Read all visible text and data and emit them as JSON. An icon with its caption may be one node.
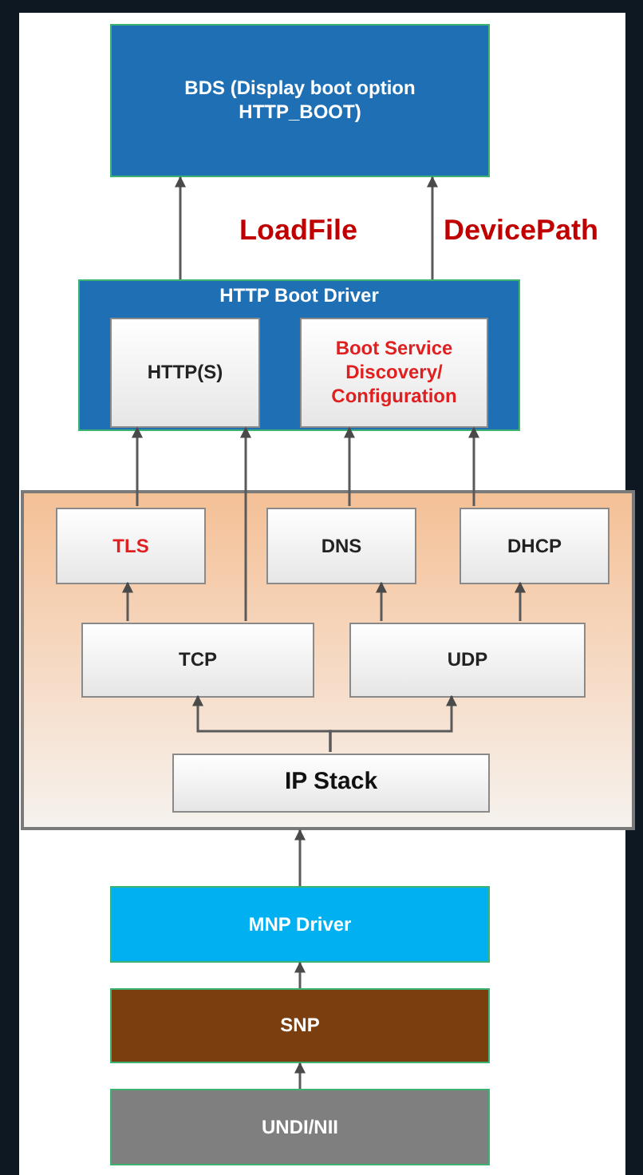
{
  "diagram": {
    "nodes": [
      {
        "text": [
          "BDS (Display boot option HTTP_BOOT)"
        ]
      },
      {
        "text": [
          "HTTP Boot Driver"
        ]
      },
      {
        "text": [
          "HTTP(S)"
        ],
        "in": 1
      },
      {
        "text": [
          "Boot Service Discovery/ Configuration"
        ],
        "in": 1
      },
      {
        "text": [],
        "shape": "box"
      },
      {
        "text": [
          "TLS"
        ],
        "in": 4
      },
      {
        "text": [
          "DNS"
        ],
        "in": 4
      },
      {
        "text": [
          "DHCP"
        ],
        "in": 4
      },
      {
        "text": [
          "TCP"
        ],
        "in": 4
      },
      {
        "text": [
          "UDP"
        ],
        "in": 4
      },
      {
        "text": [
          "IP Stack"
        ],
        "in": 4
      },
      {
        "text": [
          "MNP Driver"
        ]
      },
      {
        "text": [
          "SNP"
        ]
      },
      {
        "text": [
          "UNDI/NII"
        ]
      }
    ],
    "edges": [
      {
        "from": 1,
        "to": 0,
        "arrow": "to"
      },
      {
        "from": 1,
        "to": 0,
        "arrow": "to"
      },
      {
        "from": 5,
        "to": 2,
        "arrow": "to"
      },
      {
        "from": 8,
        "to": 2,
        "arrow": "to"
      },
      {
        "from": 6,
        "to": 3,
        "arrow": "to"
      },
      {
        "from": 7,
        "to": 3,
        "arrow": "to"
      },
      {
        "from": 8,
        "to": 5,
        "arrow": "to"
      },
      {
        "from": 9,
        "to": 6,
        "arrow": "to"
      },
      {
        "from": 9,
        "to": 7,
        "arrow": "to"
      },
      {
        "from": 10,
        "to": 8,
        "arrow": "to"
      },
      {
        "from": 10,
        "to": 9,
        "arrow": "to"
      },
      {
        "from": 11,
        "to": 4,
        "arrow": "to"
      },
      {
        "from": 12,
        "to": 11,
        "arrow": "to"
      },
      {
        "from": 13,
        "to": 12,
        "arrow": "to"
      }
    ],
    "labels": [
      "LoadFile",
      "DevicePath"
    ]
  }
}
